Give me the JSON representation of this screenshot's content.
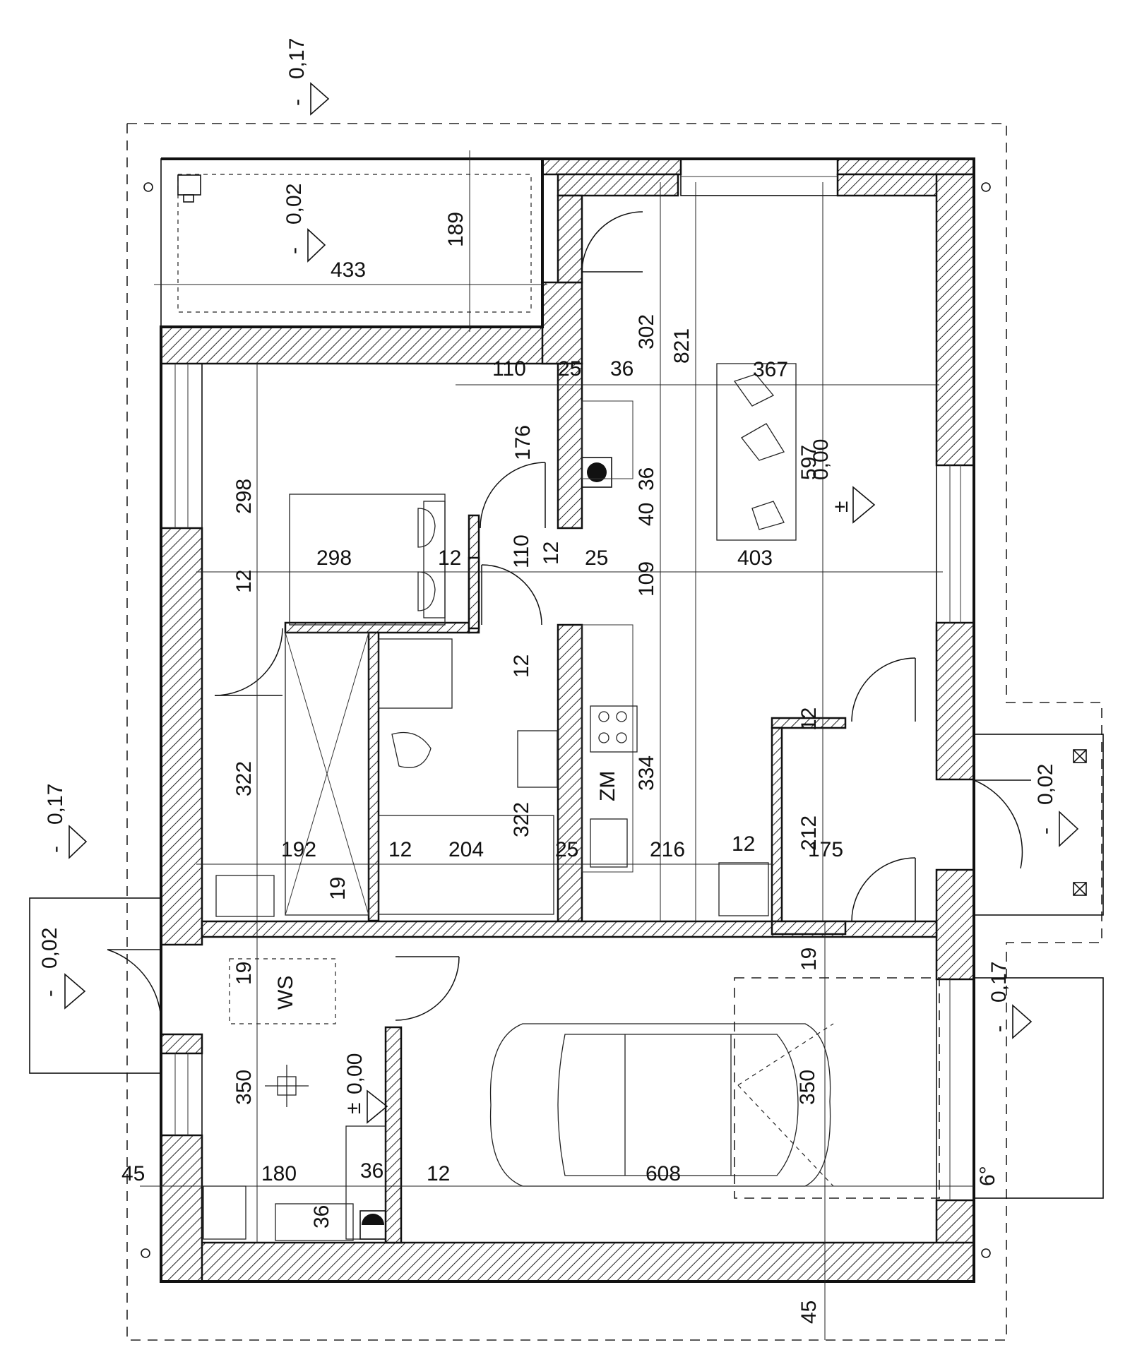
{
  "levels": {
    "top": {
      "sign": "-",
      "value": "0,17"
    },
    "terrace": {
      "sign": "-",
      "value": "0,02"
    },
    "left_upper": {
      "sign": "-",
      "value": "0,17"
    },
    "left_entry": {
      "sign": "-",
      "value": "0,02"
    },
    "living": {
      "sign": "±",
      "value": "0,00"
    },
    "utility": {
      "sign": "±",
      "value": "0,00"
    },
    "right_entry": {
      "sign": "-",
      "value": "0,02"
    },
    "right_garage": {
      "sign": "-",
      "value": "0,17"
    }
  },
  "labels": {
    "fixture_zm": "ZM",
    "fixture_ws": "WS",
    "slope": "6°"
  },
  "dimensions": {
    "terrace_width": "433",
    "terrace_depth": "189",
    "living_302": "302",
    "living_821": "821",
    "living_367": "367",
    "living_597": "597",
    "living_403": "403",
    "living_109": "109",
    "bed_298_v": "298",
    "bed_298_h": "298",
    "bed_12_a": "12",
    "bed_12_b": "12",
    "hall_110_top": "110",
    "hall_25_top": "25",
    "hall_36_top": "36",
    "hall_176": "176",
    "hall_40": "40",
    "hall_36_mid": "36",
    "hall_110_mid": "110",
    "hall_12_mid": "12",
    "hall_25_mid": "25",
    "hall_12_low": "12",
    "kitchen_334": "334",
    "corr_322_a": "322",
    "bath_322_b": "322",
    "row_192": "192",
    "row_12_a": "12",
    "row_204": "204",
    "row_25": "25",
    "row_216": "216",
    "row_12_b": "12",
    "row_212": "212",
    "row_175": "175",
    "row_12_c": "12",
    "row_19": "19",
    "garage_19_a": "19",
    "garage_19_b": "19",
    "garage_350_a": "350",
    "garage_350_b": "350",
    "bottom_45_left": "45",
    "bottom_180": "180",
    "bottom_36_a": "36",
    "bottom_12": "12",
    "bottom_608": "608",
    "bottom_36_b": "36",
    "bottom_45": "45"
  }
}
